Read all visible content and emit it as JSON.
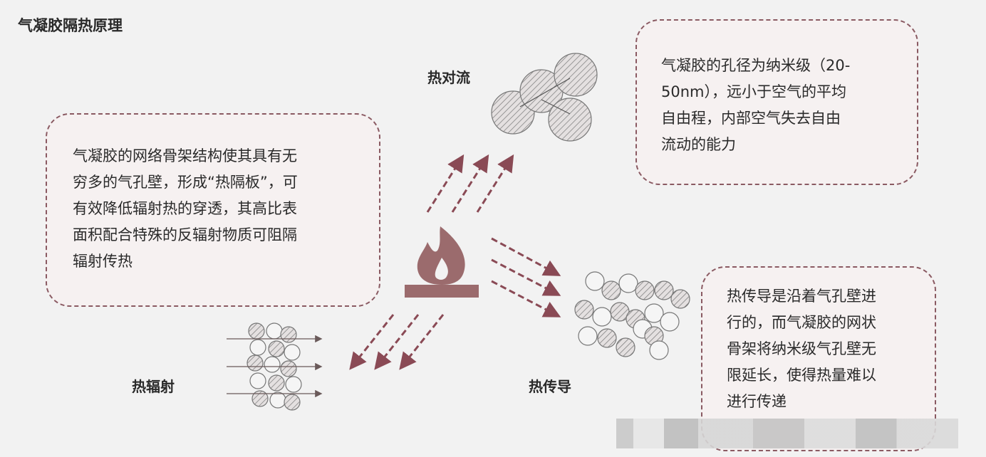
{
  "title": "气凝胶隔热原理",
  "labels": {
    "convection": "热对流",
    "radiation": "热辐射",
    "conduction": "热传导"
  },
  "boxes": {
    "radiation_desc": [
      "气凝胶的网络骨架结构使其具有无",
      "穷多的气孔壁，形成“热隔板”，可",
      "有效降低辐射热的穿透，其高比表",
      "面积配合特殊的反辐射物质可阻隔",
      "辐射传热"
    ],
    "convection_desc": [
      "气凝胶的孔径为纳米级（20-",
      "50nm），远小于空气的平均",
      "自由程，内部空气失去自由",
      "流动的能力"
    ],
    "conduction_desc": [
      "热传导是沿着气孔壁进",
      "行的，而气凝胶的网状",
      "骨架将纳米级气孔壁无",
      "限延长，使得热量难以",
      "进行传递"
    ]
  },
  "colors": {
    "accent": "#8a5a62",
    "flame": "#9b6b6d",
    "background": "#f2f2f2"
  },
  "icons": [
    "flame-icon",
    "arrow-icon"
  ]
}
